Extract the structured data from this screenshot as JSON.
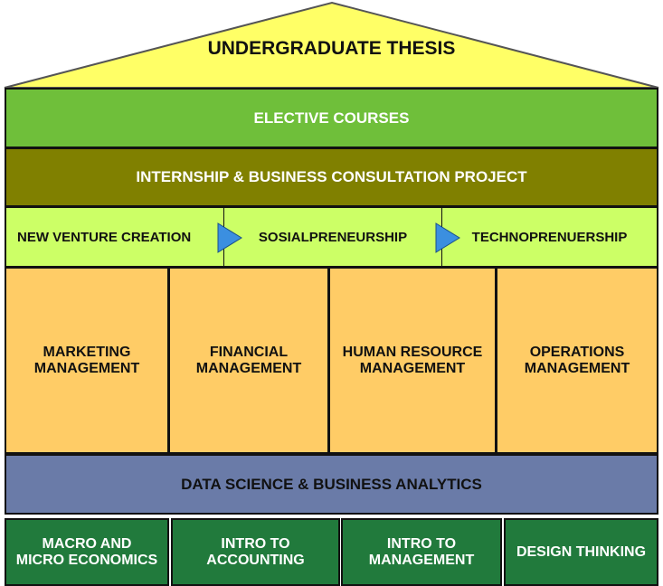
{
  "title": "UNDERGRADUATE THESIS",
  "elective": "ELECTIVE COURSES",
  "internship": "INTERNSHIP & BUSINESS CONSULTATION PROJECT",
  "entrepreneurship": [
    "NEW VENTURE CREATION",
    "SOSIALPRENEURSHIP",
    "TECHNOPRENUERSHIP"
  ],
  "pillars": [
    [
      "MARKETING",
      "MANAGEMENT"
    ],
    [
      "FINANCIAL",
      "MANAGEMENT"
    ],
    [
      "HUMAN RESOURCE",
      "MANAGEMENT"
    ],
    [
      "OPERATIONS",
      "MANAGEMENT"
    ]
  ],
  "analytics": "DATA SCIENCE & BUSINESS ANALYTICS",
  "foundation": [
    [
      "MACRO AND",
      "MICRO ECONOMICS"
    ],
    [
      "INTRO TO",
      "ACCOUNTING"
    ],
    [
      "INTRO TO",
      "MANAGEMENT"
    ],
    [
      "DESIGN THINKING",
      ""
    ]
  ],
  "colors": {
    "roof": "#ffff66",
    "elective": "#6fbf3a",
    "internship": "#808000",
    "entre": "#ccff66",
    "pillar": "#ffcc66",
    "analytics": "#6a7ba8",
    "foundation": "#217a3c",
    "arrow": "#3b8fe0"
  }
}
